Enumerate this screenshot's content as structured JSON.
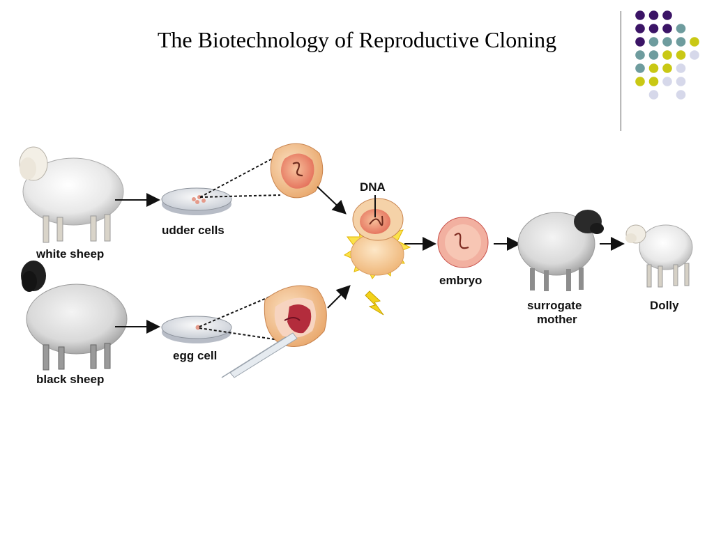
{
  "slide": {
    "title": "The Biotechnology of Reproductive Cloning"
  },
  "decoration": {
    "dot_colors": [
      "#3b1466",
      "#6e9c9e",
      "#c9c814",
      "#d6d8ea"
    ]
  },
  "diagram": {
    "labels": {
      "white_sheep": "white sheep",
      "udder_cells": "udder cells",
      "black_sheep": "black sheep",
      "egg_cell": "egg cell",
      "dna": "DNA",
      "embryo": "embryo",
      "surrogate_line1": "surrogate",
      "surrogate_line2": "mother",
      "dolly": "Dolly"
    }
  }
}
